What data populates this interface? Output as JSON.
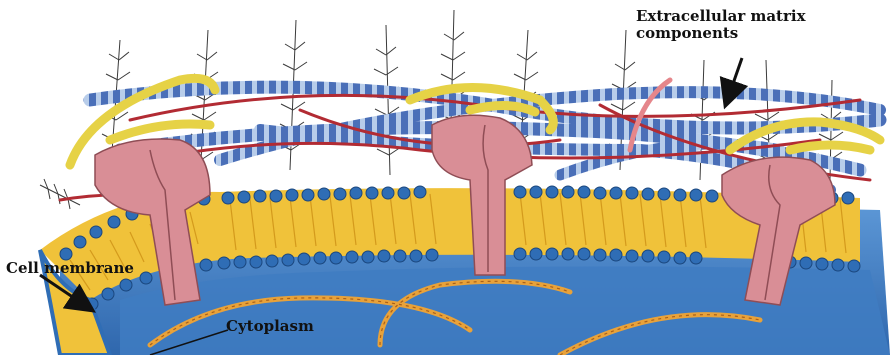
{
  "labels": {
    "extracellular_matrix_line1": "Extracellular matrix",
    "extracellular_matrix_line2": "components",
    "cell_membrane": "Cell membrane",
    "cytoplasm": "Cytoplasm"
  },
  "colors": {
    "lipid_head": "#2f6db5",
    "lipid_tail": "#f0c23a",
    "cytoplasm": "#4a86c9",
    "receptor": "#d98e96",
    "collagen_fiber": "#3d5fa8",
    "elastin_fiber": "#b22b33",
    "proteoglycan": "#3a3a3a",
    "fibronectin": "#e6d246",
    "cytoskeleton": "#e8a23a"
  },
  "icons": [
    "receptor-protein",
    "proteoglycan",
    "collagen-fiber",
    "elastin-fiber",
    "fibronectin",
    "cytoskeleton-filament"
  ]
}
